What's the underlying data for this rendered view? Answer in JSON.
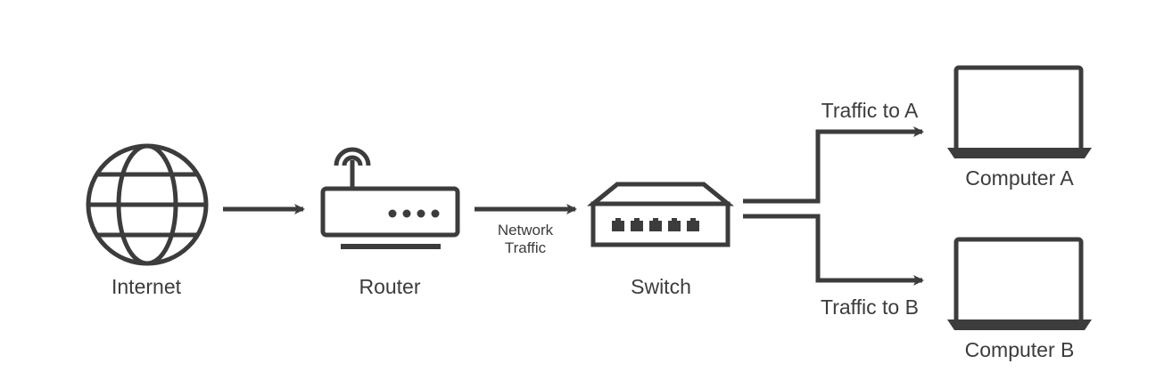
{
  "nodes": {
    "internet": {
      "label": "Internet",
      "icon": "globe-icon"
    },
    "router": {
      "label": "Router",
      "icon": "router-icon"
    },
    "switch": {
      "label": "Switch",
      "icon": "network-switch-icon"
    },
    "computer_a": {
      "label": "Computer A",
      "icon": "laptop-icon"
    },
    "computer_b": {
      "label": "Computer B",
      "icon": "laptop-icon"
    }
  },
  "edges": {
    "internet_router": {
      "label": ""
    },
    "router_switch": {
      "label_line1": "Network",
      "label_line2": "Traffic"
    },
    "switch_a": {
      "label": "Traffic to A"
    },
    "switch_b": {
      "label": "Traffic to B"
    }
  },
  "colors": {
    "ink": "#3c3c3c",
    "background": "#ffffff"
  }
}
